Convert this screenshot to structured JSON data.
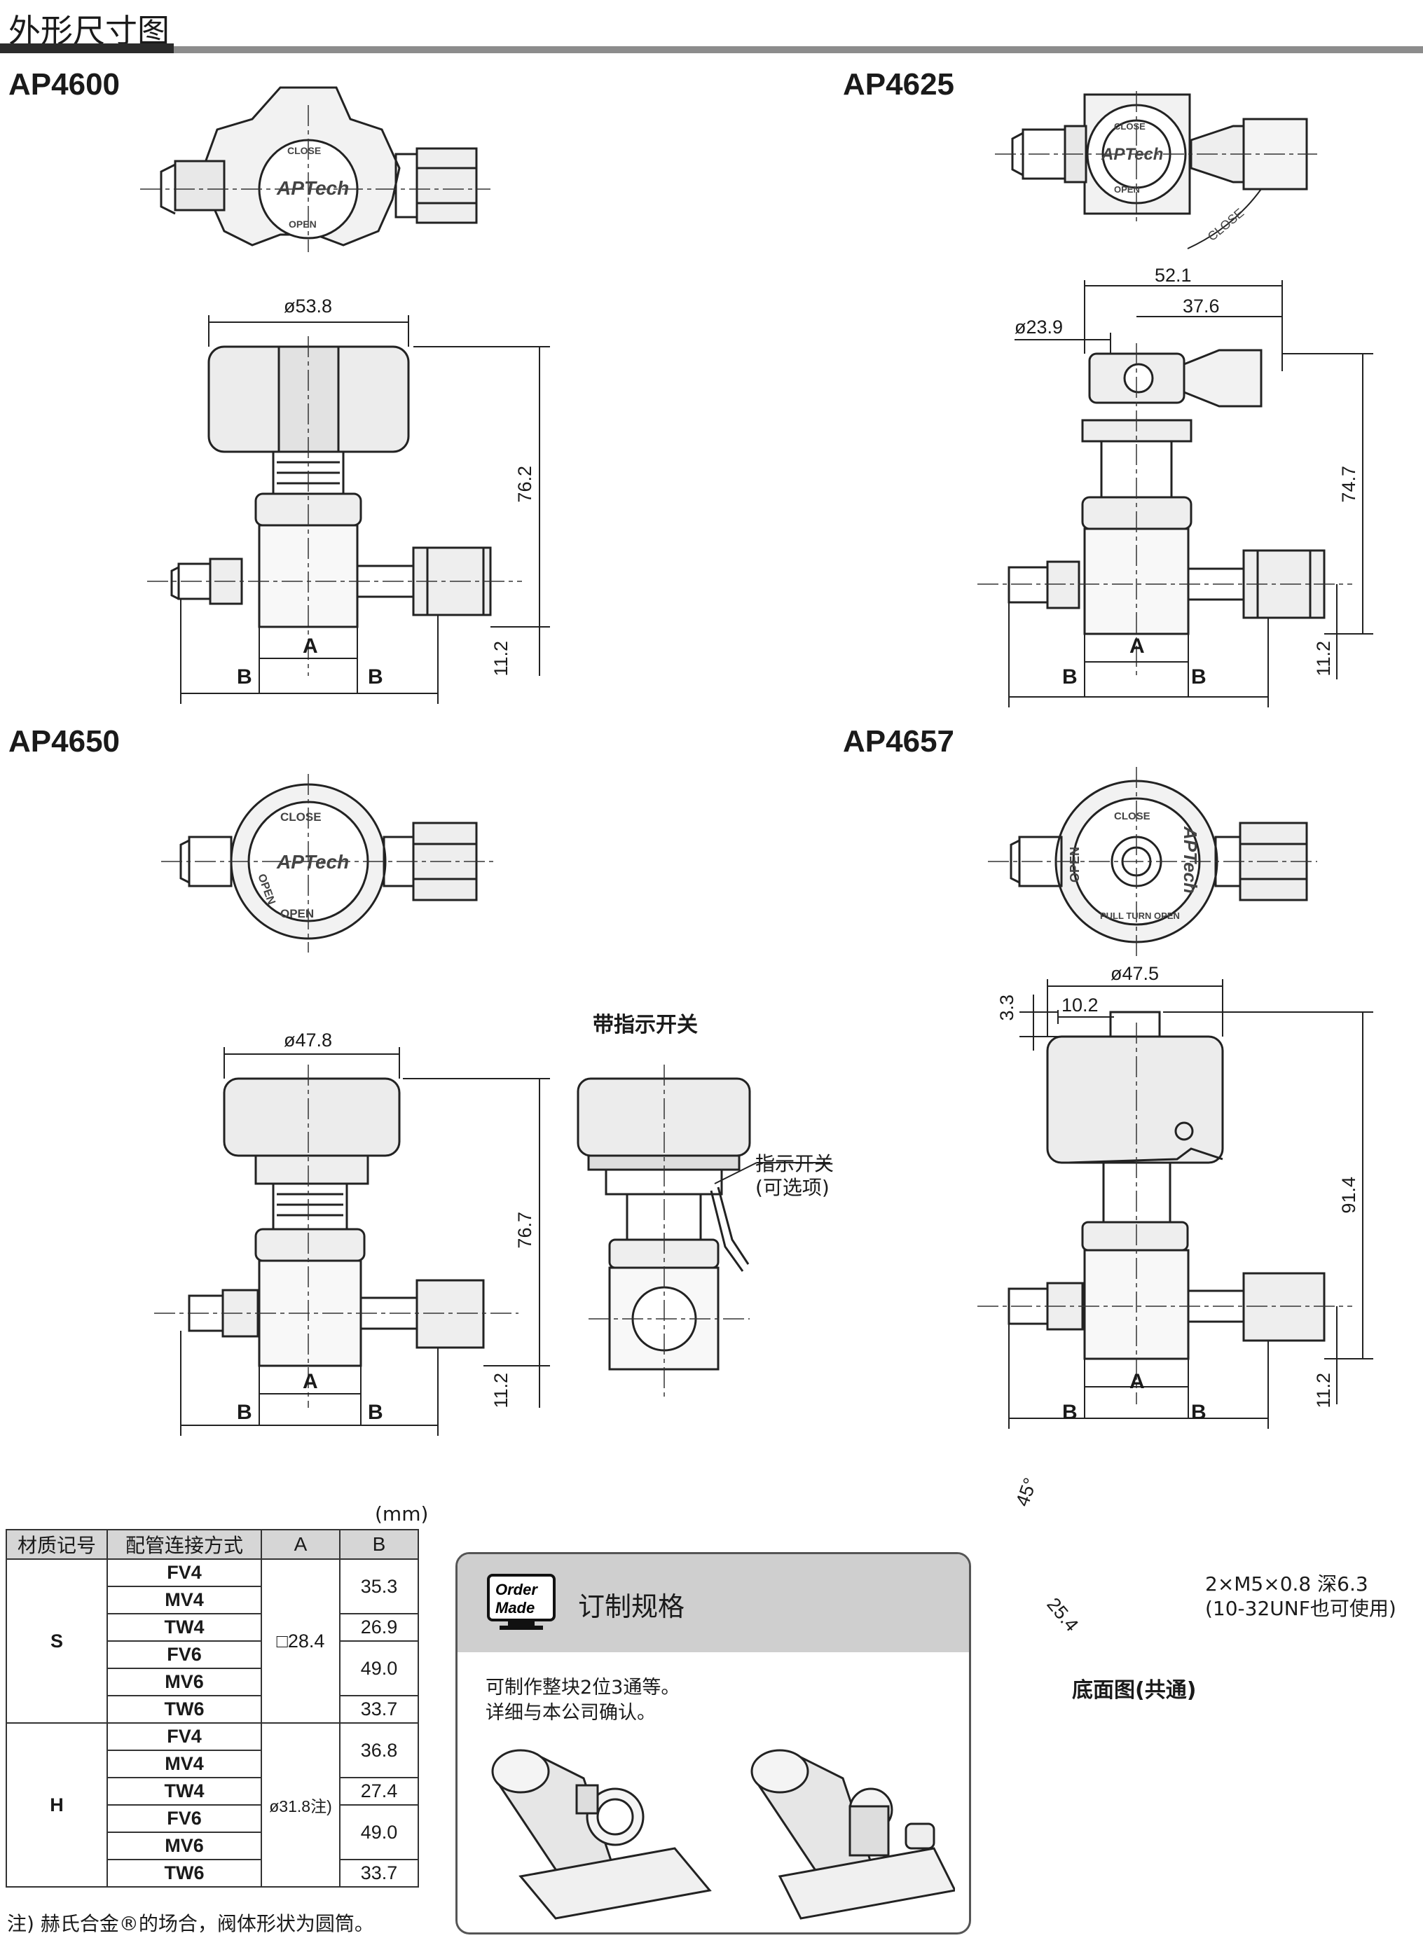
{
  "header": {
    "title": "外形尺寸图"
  },
  "models": {
    "ap4600": "AP4600",
    "ap4625": "AP4625",
    "ap4650": "AP4650",
    "ap4657": "AP4657"
  },
  "dims": {
    "ap4600": {
      "dia": "ø53.8",
      "height": "76.2",
      "offset": "11.2",
      "a": "A",
      "b": "B"
    },
    "ap4625": {
      "width": "52.1",
      "handle": "37.6",
      "dia": "ø23.9",
      "height": "74.7",
      "offset": "11.2",
      "a": "A",
      "b": "B"
    },
    "ap4650": {
      "dia": "ø47.8",
      "height": "76.7",
      "offset": "11.2",
      "a": "A",
      "b": "B"
    },
    "ap4657": {
      "dia": "ø47.5",
      "d1": "10.2",
      "d2": "3.3",
      "height": "91.4",
      "offset": "11.2",
      "a": "A",
      "b": "B"
    }
  },
  "knob_labels": {
    "close": "CLOSE",
    "open": "OPEN",
    "brand": "APTech",
    "pullturn": "PULL TURN OPEN"
  },
  "switch_view": {
    "caption": "带指示开关",
    "label1": "指示开关",
    "label2": "(可选项)"
  },
  "bottom_view": {
    "angle": "45°",
    "dist": "25.4",
    "thread1": "2×M5×0.8 深6.3",
    "thread2": "(10-32UNF也可使用)",
    "caption": "底面图(共通)"
  },
  "table": {
    "unit": "(mm)",
    "headers": [
      "材质记号",
      "配管连接方式",
      "A",
      "B"
    ],
    "groups": [
      {
        "material": "S",
        "a": "□28.4",
        "rows": [
          {
            "conn": "FV4",
            "b": "35.3"
          },
          {
            "conn": "MV4",
            "b": ""
          },
          {
            "conn": "TW4",
            "b": "26.9"
          },
          {
            "conn": "FV6",
            "b": "49.0"
          },
          {
            "conn": "MV6",
            "b": ""
          },
          {
            "conn": "TW6",
            "b": "33.7"
          }
        ]
      },
      {
        "material": "H",
        "a": "ø31.8注)",
        "rows": [
          {
            "conn": "FV4",
            "b": "36.8"
          },
          {
            "conn": "MV4",
            "b": ""
          },
          {
            "conn": "TW4",
            "b": "27.4"
          },
          {
            "conn": "FV6",
            "b": "49.0"
          },
          {
            "conn": "MV6",
            "b": ""
          },
          {
            "conn": "TW6",
            "b": "33.7"
          }
        ]
      }
    ],
    "note": "注) 赫氏合金®的场合，阀体形状为圆筒。"
  },
  "order_made": {
    "icon_line1": "Order",
    "icon_line2": "Made",
    "title": "订制规格",
    "line1": "可制作整块2位3通等。",
    "line2": "详细与本公司确认。"
  }
}
